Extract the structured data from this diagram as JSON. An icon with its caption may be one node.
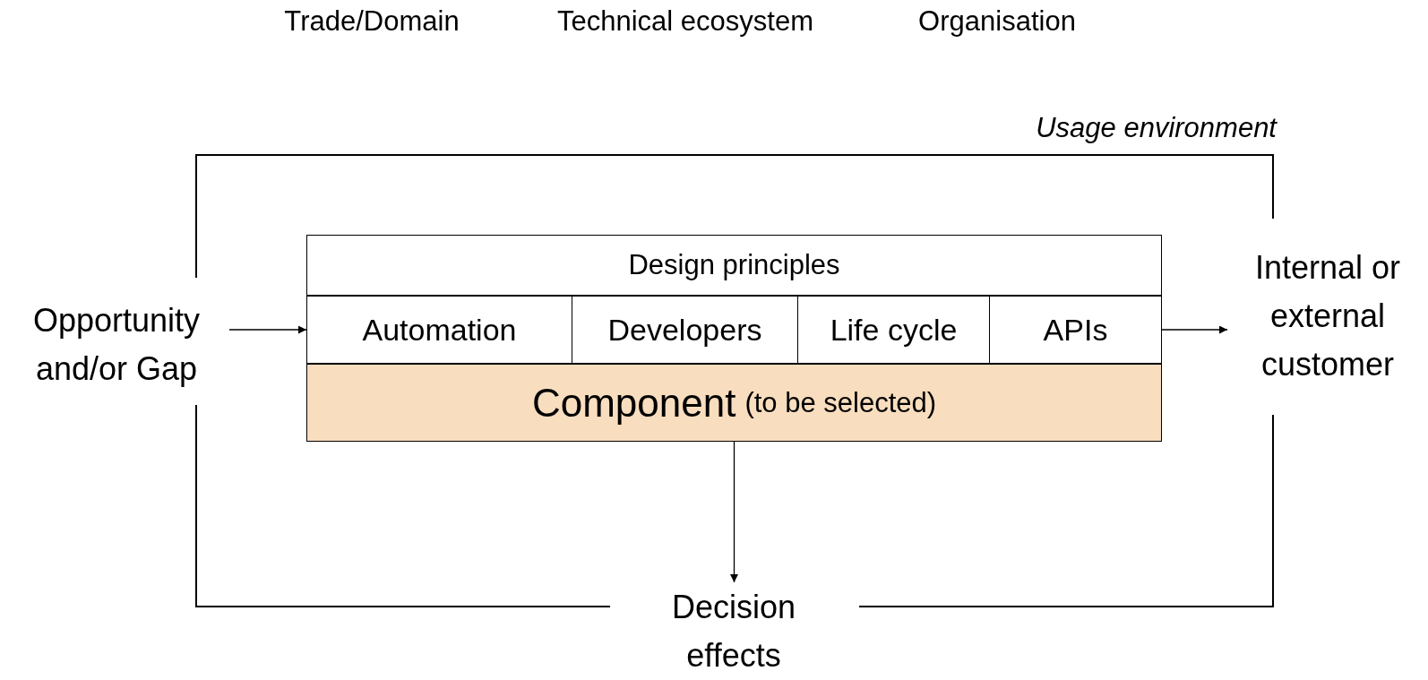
{
  "diagram": {
    "nodes": [
      {
        "text": [
          "Usage environment"
        ]
      },
      {
        "text": [
          "Design principles"
        ],
        "in": 0
      },
      {
        "text": [
          "Automation"
        ],
        "in": 0
      },
      {
        "text": [
          "Developers"
        ],
        "in": 0
      },
      {
        "text": [
          "Life cycle"
        ],
        "in": 0
      },
      {
        "text": [
          "APIs"
        ],
        "in": 0
      },
      {
        "text": [
          "Component",
          "(to be selected)"
        ],
        "in": 0
      },
      {
        "text": [
          "Opportunity and/or Gap"
        ]
      },
      {
        "text": [
          "Internal or external customer"
        ]
      },
      {
        "text": [
          "Decision effects"
        ]
      }
    ],
    "edges": [
      {
        "from": 7,
        "to": 2,
        "arrow": "to"
      },
      {
        "from": 5,
        "to": 8,
        "arrow": "to"
      },
      {
        "from": 6,
        "to": 9,
        "arrow": "to"
      }
    ],
    "labels": [
      "Trade/Domain",
      "Technical ecosystem",
      "Organisation"
    ]
  }
}
